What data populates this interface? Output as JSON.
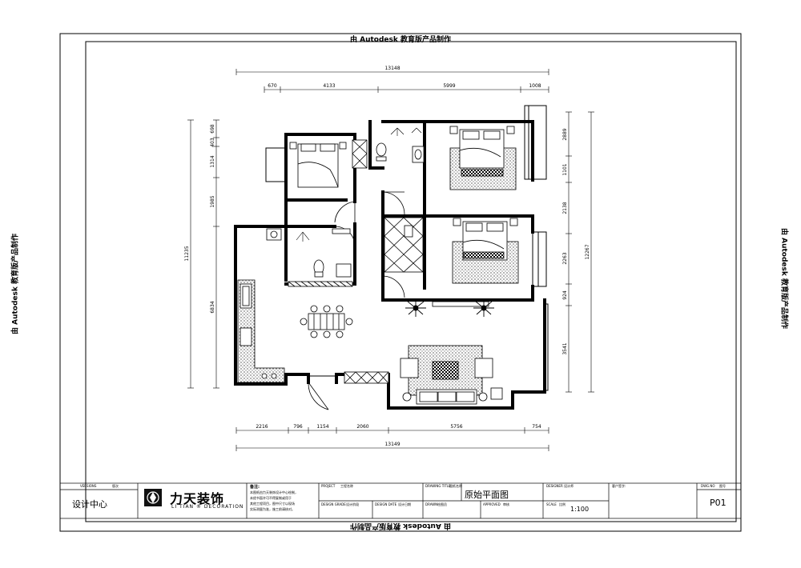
{
  "watermark": "由 Autodesk 教育版产品制作",
  "dimensions": {
    "top_total": "13148",
    "top_segments": [
      "670",
      "4133",
      "5999",
      "1008"
    ],
    "bottom_segments": [
      "2216",
      "796",
      "1154",
      "2060",
      "5756",
      "754"
    ],
    "bottom_total": "13149",
    "left_total": "11235",
    "left_segments": [
      "698",
      "403",
      "1314",
      "1985",
      "6834"
    ],
    "right_total": "12267",
    "right_segments": [
      "2889",
      "1101",
      "2138",
      "2263",
      "924",
      "3541"
    ]
  },
  "title_block": {
    "design_center_label": "设计中心",
    "company_name": "力天装饰",
    "company_sub": "LI TIAN",
    "company_sub2": "DECORATION",
    "notes_label": "备注:",
    "notes_text": [
      "本图纸由力天装饰设计中心绘制，",
      "未经书面许可不得复制或用于",
      "其他工程项目，图中尺寸以现场",
      "实际测量为准，施工前请核对。"
    ],
    "project_label": "PROJECT",
    "project_value": "工程名称",
    "design_label": "DESIGN GRADE",
    "design_value": "设计阶段",
    "design_date_label": "DESIGN DATE",
    "design_date_value": "设计日期",
    "drawing_title_label": "DRAWING TITLE",
    "drawing_title_value": "图纸名称",
    "drawing_title": "原始平面图",
    "drawn_label": "DRAWN",
    "drawn_value": "绘图员",
    "approved_label": "APPROVED",
    "approved_value": "审核",
    "designer_label": "DESIGNER",
    "designer_value": "设计师",
    "scale_label": "SCALE",
    "scale_value_label": "比例",
    "scale": "1:100",
    "client_label": "客户签字:",
    "dwg_label": "DWG.NO",
    "dwg_value_label": "图号",
    "dwg_no": "P01",
    "version_label": "VERSIONS",
    "version_value": "版次"
  }
}
